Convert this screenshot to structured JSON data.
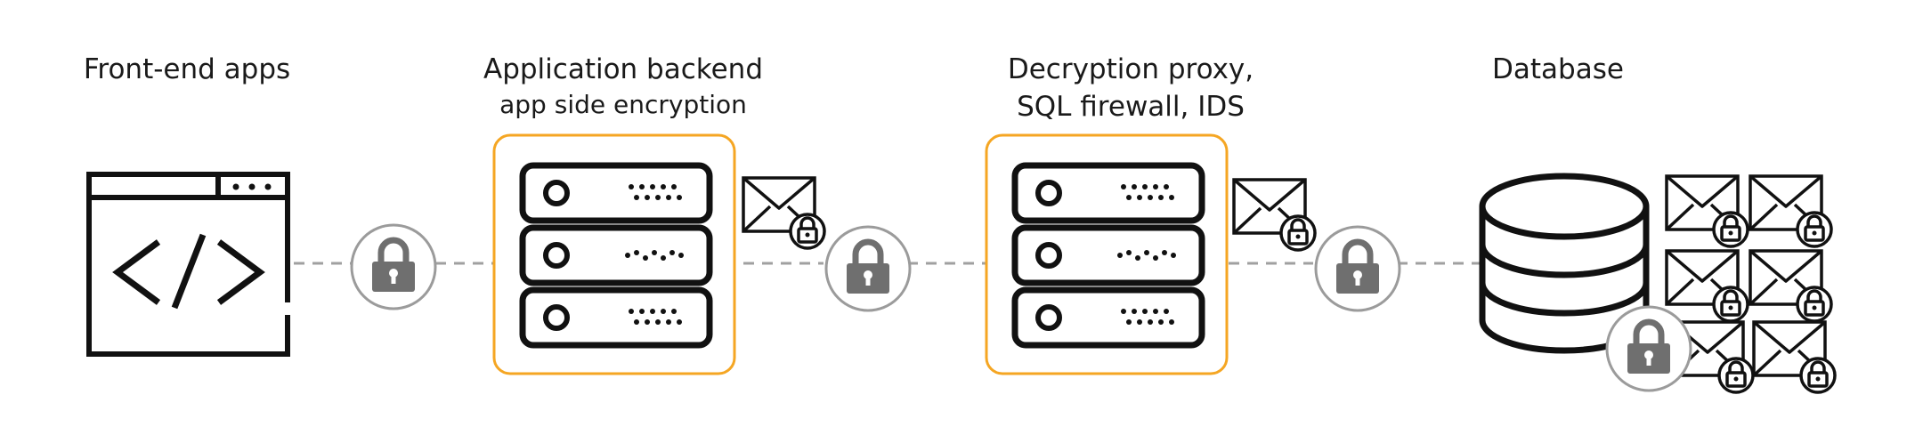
{
  "stages": [
    {
      "id": "frontend",
      "title": "Front-end apps",
      "subtitle": ""
    },
    {
      "id": "backend",
      "title": "Application backend",
      "subtitle": "app side encryption"
    },
    {
      "id": "proxy",
      "title": "Decryption proxy,",
      "subtitle": "SQL firewall, IDS"
    },
    {
      "id": "database",
      "title": "Database",
      "subtitle": ""
    }
  ],
  "colors": {
    "highlight_border": "#f5a623",
    "lock_circle": "#9b9b9b",
    "lock_body": "#6f6f6f",
    "connector": "#a0a0a0",
    "stroke": "#111111"
  },
  "icons": {
    "frontend": "code-window-icon",
    "server": "server-rack-icon",
    "channel_lock": "padlock-icon",
    "encrypted_message": "envelope-lock-icon",
    "database": "database-cylinder-icon"
  }
}
